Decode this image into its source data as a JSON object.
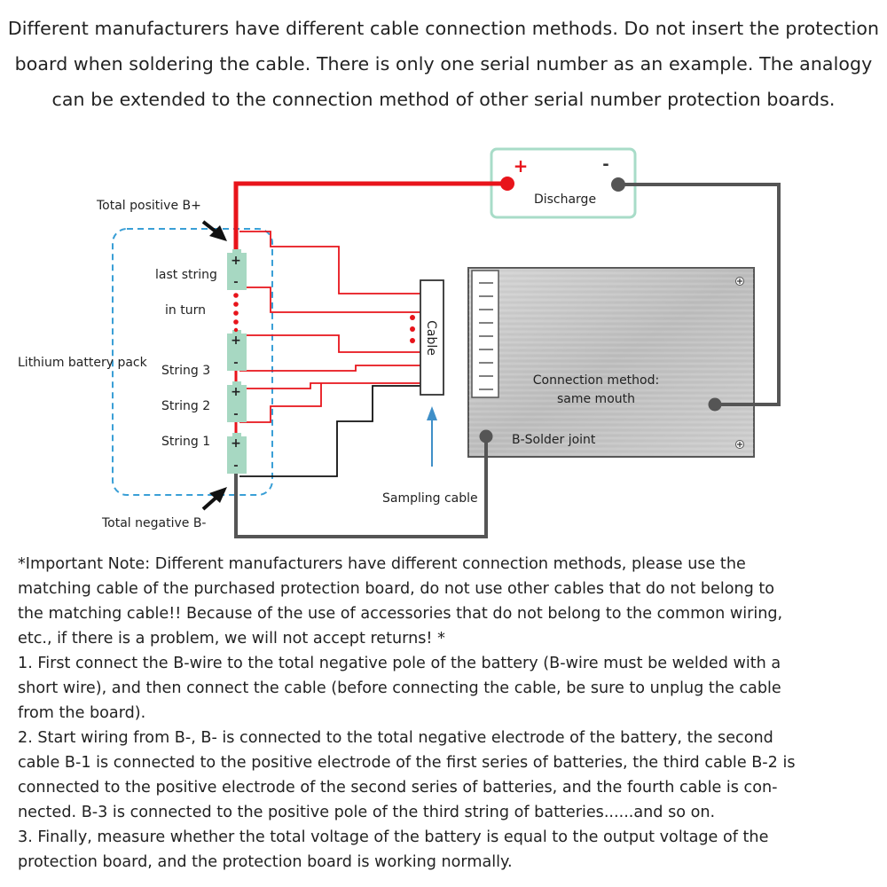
{
  "intro": {
    "lines": [
      "Different manufacturers have different cable connection methods. Do not insert the protection",
      "board when soldering the cable. There is only one serial number as an example. The analogy",
      "can be extended to the connection method of other serial number protection boards."
    ]
  },
  "diagram": {
    "total_positive": "Total positive B+",
    "total_negative": "Total negative B-",
    "battery_pack": "Lithium battery pack",
    "last_string": "last string",
    "in_turn": "in turn",
    "string3": "String 3",
    "string2": "String 2",
    "string1": "String 1",
    "cable": "Cable",
    "sampling_cable": "Sampling cable",
    "discharge": "Discharge",
    "plus": "+",
    "minus": "-",
    "connection_method_1": "Connection method:",
    "connection_method_2": "same mouth",
    "b_solder_joint": "B-Solder joint",
    "colors": {
      "red_wire": "#e8141b",
      "gray_wire": "#555555",
      "black_wire": "#111111",
      "battery_cell": "#a7d8c2",
      "pack_outline": "#3a9fd6",
      "discharge_box": "#a8dcc8",
      "board_fill": "#c8c8c8",
      "arrow_blue": "#3f8fc8"
    }
  },
  "notes": {
    "lines": [
      "*Important Note: Different manufacturers have different connection methods, please use the",
      "matching cable of the purchased protection board, do not use other cables that do not belong to",
      "the matching cable!! Because of the use of accessories that do not belong to the common wiring,",
      "etc., if there is a problem, we will not accept returns! *",
      "1. First connect the B-wire to the total negative pole of the battery (B-wire must be welded with a",
      "short wire), and then connect the cable (before connecting the cable, be sure to unplug the cable",
      "from the board).",
      "2. Start wiring from B-, B- is connected to the total negative electrode of the battery, the second",
      "cable B-1 is connected to the positive electrode of the first series of batteries, the third cable B-2 is",
      "connected to the positive electrode of the second series of batteries, and the fourth cable is con-",
      "nected. B-3 is connected to the positive pole of the third string of batteries......and so on.",
      "3. Finally, measure whether the total voltage of the battery is equal to the output voltage of the",
      "protection board, and the protection board is working normally."
    ]
  }
}
